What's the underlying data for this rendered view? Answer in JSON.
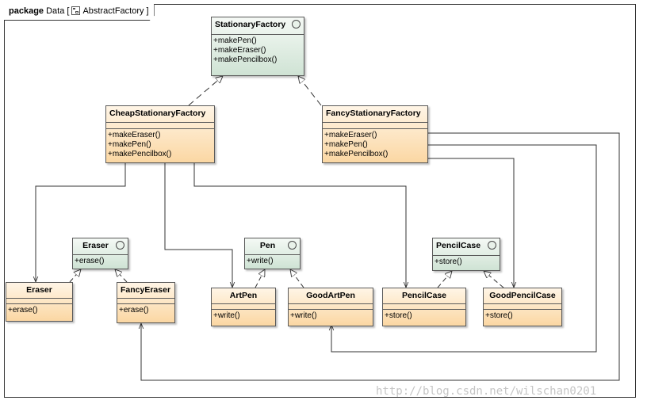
{
  "package": {
    "keyword": "package",
    "name": "Data",
    "diagram": "AbstractFactory"
  },
  "classes": {
    "stationary_factory": {
      "name": "StationaryFactory",
      "ops": [
        "+makePen()",
        "+makeEraser()",
        "+makePencilbox()"
      ]
    },
    "cheap_factory": {
      "name": "CheapStationaryFactory",
      "ops": [
        "+makeEraser()",
        "+makePen()",
        "+makePencilbox()"
      ]
    },
    "fancy_factory": {
      "name": "FancyStationaryFactory",
      "ops": [
        "+makeEraser()",
        "+makePen()",
        "+makePencilbox()"
      ]
    },
    "eraser_iface": {
      "name": "Eraser",
      "ops": [
        "+erase()"
      ]
    },
    "pen_iface": {
      "name": "Pen",
      "ops": [
        "+write()"
      ]
    },
    "pencilcase_iface": {
      "name": "PencilCase",
      "ops": [
        "+store()"
      ]
    },
    "eraser": {
      "name": "Eraser",
      "ops": [
        "+erase()"
      ]
    },
    "fancy_eraser": {
      "name": "FancyEraser",
      "ops": [
        "+erase()"
      ]
    },
    "art_pen": {
      "name": "ArtPen",
      "ops": [
        "+write()"
      ]
    },
    "good_art_pen": {
      "name": "GoodArtPen",
      "ops": [
        "+write()"
      ]
    },
    "pencil_case": {
      "name": "PencilCase",
      "ops": [
        "+store()"
      ]
    },
    "good_pencil_case": {
      "name": "GoodPencilCase",
      "ops": [
        "+store()"
      ]
    }
  },
  "watermark": "http://blog.csdn.net/wilschan0201",
  "colors": {
    "interface_fill": "#cfe3d4",
    "class_fill": "#fbd7a3",
    "line": "#333333"
  }
}
